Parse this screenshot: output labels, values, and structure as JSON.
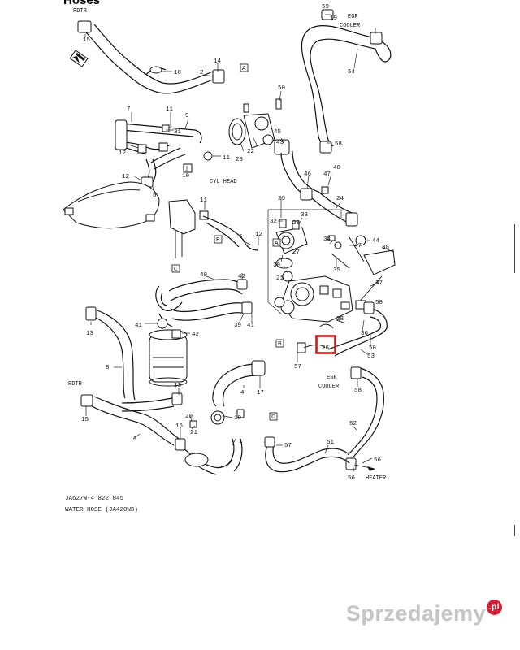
{
  "header": {
    "title": "Hoses"
  },
  "labels": {
    "rdtr_top": "RDTR",
    "rdtr_bottom": "RDTR",
    "egr_cooler_top_1": "EGR",
    "egr_cooler_top_2": "COOLER",
    "egr_cooler_mid_1": "EGR",
    "egr_cooler_mid_2": "COOLER",
    "cyl_head": "CYL HEAD",
    "heater": "HEATER"
  },
  "reference_boxes": [
    "A",
    "B",
    "C"
  ],
  "part_numbers": {
    "n1": "1",
    "n2": "2",
    "n3": "3",
    "n4": "4",
    "n5": "5",
    "n6": "6",
    "n7": "7",
    "n8": "8",
    "n9": "9",
    "n10": "10",
    "n11": "11",
    "n12": "12",
    "n13": "13",
    "n14": "14",
    "n15": "15",
    "n16": "16",
    "n17": "17",
    "n18": "18",
    "n19": "19",
    "n20": "20",
    "n21": "21",
    "n22": "22",
    "n23": "23",
    "n24": "24",
    "n25": "25",
    "n26": "26",
    "n27": "27",
    "n28": "28",
    "n29": "29",
    "n30": "30",
    "n31": "31",
    "n32": "32",
    "n33": "33",
    "n34": "34",
    "n35": "35",
    "n36": "36",
    "n37": "37",
    "n38": "38",
    "n39": "39",
    "n40": "40",
    "n41": "41",
    "n42": "42",
    "n43": "43",
    "n44": "44",
    "n45": "45",
    "n46": "46",
    "n47": "47",
    "n48": "48",
    "n50": "50",
    "n51": "51",
    "n52": "52",
    "n53": "53",
    "n54": "54",
    "n56": "56",
    "n57": "57",
    "n58": "58",
    "n59": "59"
  },
  "highlight": {
    "part_number": "26",
    "color": "#d01818"
  },
  "footer": {
    "ref_code": "JA627W-4 822_045",
    "caption": "WATER HOSE (JA420WD)"
  },
  "watermark": {
    "text": "Sprzedajemy",
    "badge": ".pl",
    "badge_color": "#d2223a"
  }
}
